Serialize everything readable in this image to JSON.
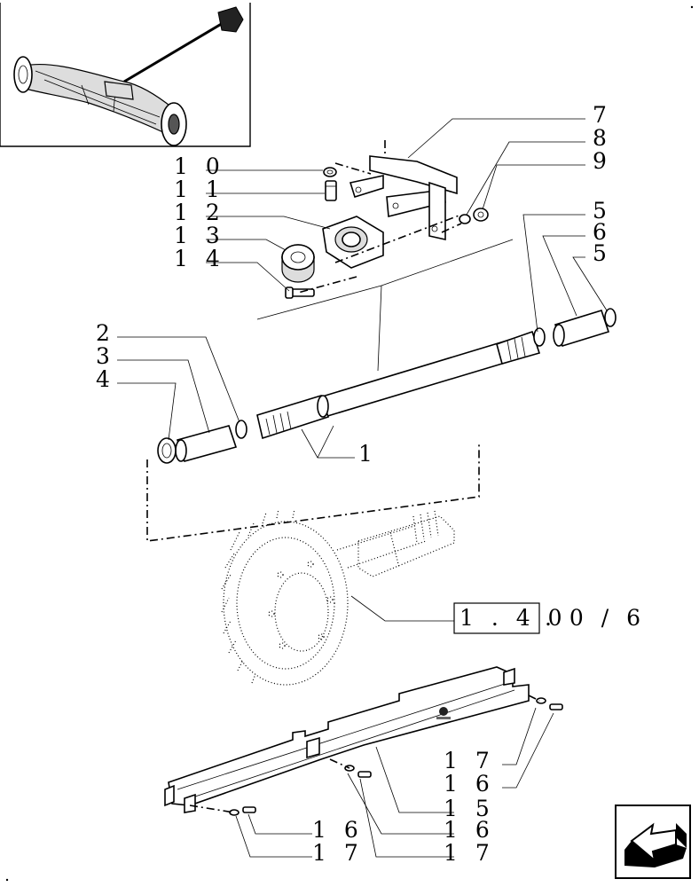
{
  "labels": {
    "l1": "1",
    "l2": "2",
    "l3": "3",
    "l4": "4",
    "l5a": "5",
    "l6a": "6",
    "l5b": "5",
    "l7": "7",
    "l8": "8",
    "l9": "9",
    "l10": "1 0",
    "l11": "1 1",
    "l12": "1 2",
    "l13": "1 3",
    "l14": "1 4",
    "l15": "1 5",
    "l16a": "1 6",
    "l17a": "1 7",
    "l16b": "1 6",
    "l17b": "1 7",
    "l16c": "1 6",
    "l17c": "1 7"
  },
  "reference": {
    "box_text": "1 . 4 0",
    "suffix_text": ". 0 / 6"
  },
  "icons": {
    "inset": "axle-assembly-icon",
    "nav": "next-page-arrow-icon",
    "brand": "brand-logo-icon"
  }
}
